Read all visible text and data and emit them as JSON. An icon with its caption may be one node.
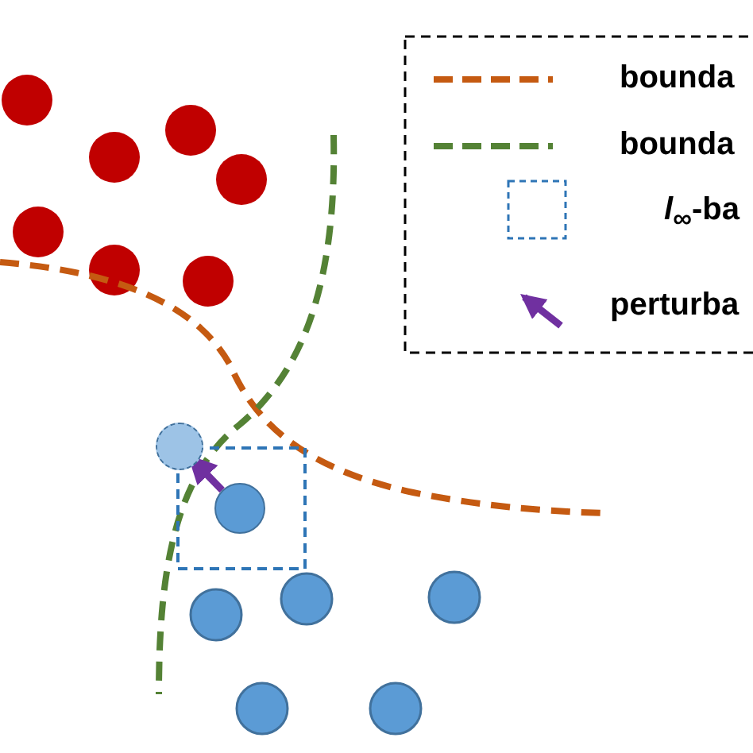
{
  "diagram": {
    "nodes": [
      {
        "text": [],
        "shape": "circle"
      },
      {
        "text": [],
        "shape": "circle"
      }
    ],
    "edges": [
      {
        "from": 0,
        "to": 1,
        "arrow": "to",
        "color": "#7030a0"
      }
    ],
    "legend": [
      {
        "text": "bounda"
      },
      {
        "text": "bounda"
      },
      {
        "text": "*l*$_{∞}$-ba"
      },
      {
        "text": "perturba"
      }
    ]
  }
}
